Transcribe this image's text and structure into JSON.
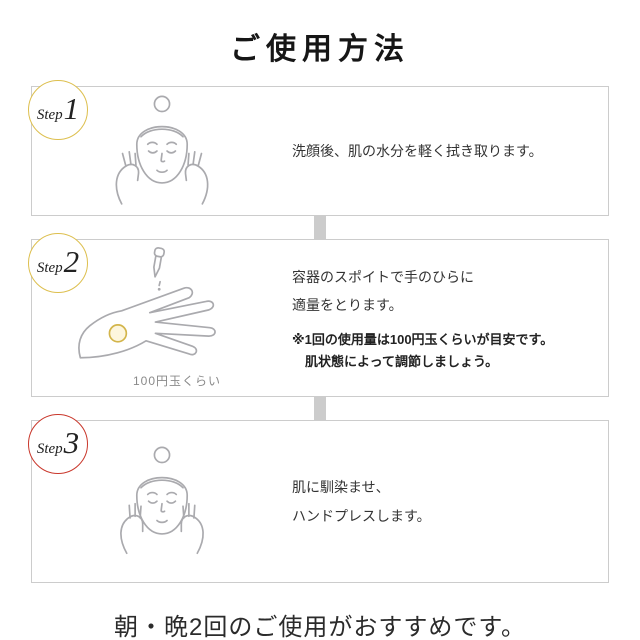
{
  "title": "ご使用方法",
  "footer": "朝・晩2回のご使用がおすすめです。",
  "colors": {
    "box_border": "#cccccc",
    "connector": "#cccccc",
    "step1_badge": "#ddbf4e",
    "step2_badge": "#ddbf4e",
    "step3_badge": "#c9372b",
    "line_art": "#aaaaae",
    "coin_stroke": "#d3b54b",
    "coin_fill": "#fdf6de"
  },
  "steps": [
    {
      "label": "Step",
      "number": "1",
      "lines": [
        "洗顔後、肌の水分を軽く拭き取ります。"
      ]
    },
    {
      "label": "Step",
      "number": "2",
      "lines": [
        "容器のスポイトで手のひらに",
        "適量をとります。"
      ],
      "notes": [
        "※1回の使用量は100円玉くらいが目安です。",
        "肌状態によって調節しましょう。"
      ],
      "caption": "100円玉くらい"
    },
    {
      "label": "Step",
      "number": "3",
      "lines": [
        "肌に馴染ませ、",
        "ハンドプレスします。"
      ]
    }
  ]
}
